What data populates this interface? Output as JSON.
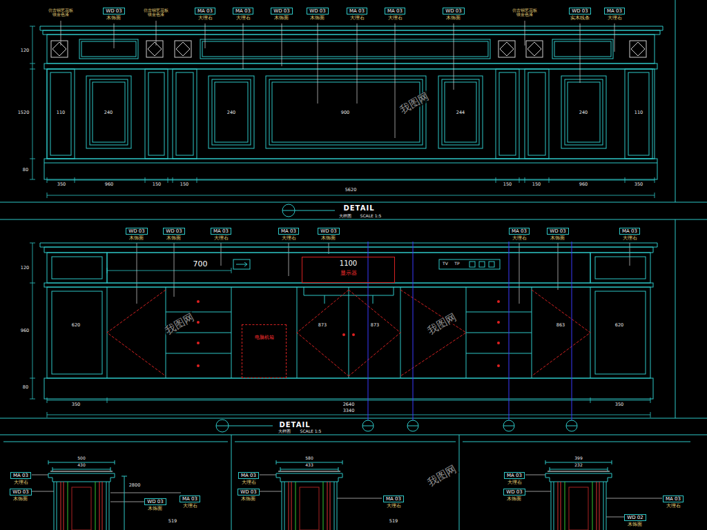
{
  "diagram": {
    "nodes": [
      {
        "text": [
          "WD 03",
          "木饰面"
        ]
      },
      {
        "text": [
          "MA 03",
          "大理石"
        ]
      },
      {
        "text": [
          "MA 03",
          "大理石"
        ]
      },
      {
        "text": [
          "WD 03",
          "木饰面"
        ]
      },
      {
        "text": [
          "WD 03",
          "木饰面"
        ]
      },
      {
        "text": [
          "MA 03",
          "大理石"
        ]
      },
      {
        "text": [
          "MA 03",
          "大理石"
        ]
      },
      {
        "text": [
          "WD 03",
          "木饰面"
        ]
      },
      {
        "text": [
          "WD 03",
          "实木线条"
        ]
      },
      {
        "text": [
          "MA 03",
          "大理石"
        ]
      },
      {
        "text": [
          "WD 03",
          "木饰面"
        ]
      },
      {
        "text": [
          "WD 03",
          "木饰面"
        ]
      },
      {
        "text": [
          "MA 03",
          "大理石"
        ]
      },
      {
        "text": [
          "MA 03",
          "大理石"
        ]
      },
      {
        "text": [
          "WD 03",
          "木饰面"
        ]
      },
      {
        "text": [
          "MA 03",
          "大理石"
        ]
      },
      {
        "text": [
          "WD 03",
          "木饰面"
        ]
      },
      {
        "text": [
          "MA 03",
          "大理石"
        ]
      },
      {
        "text": [
          "1100",
          "显示器"
        ]
      },
      {
        "text": [
          "电脑机箱"
        ]
      },
      {
        "text": [
          "MA 03",
          "大理石"
        ]
      },
      {
        "text": [
          "WD 03",
          "木饰面"
        ]
      },
      {
        "text": [
          "WD 03",
          "木饰面"
        ]
      },
      {
        "text": [
          "MA 03",
          "大理石"
        ]
      },
      {
        "text": [
          "MA 03",
          "大理石"
        ]
      },
      {
        "text": [
          "WD 03",
          "木饰面"
        ]
      },
      {
        "text": [
          "MA 03",
          "大理石"
        ]
      },
      {
        "text": [
          "MA 03",
          "大理石"
        ]
      },
      {
        "text": [
          "WD 03",
          "木饰面"
        ]
      },
      {
        "text": [
          "WD 02",
          "木饰面"
        ]
      },
      {
        "text": [
          "MA 03",
          "大理石"
        ]
      }
    ],
    "labels": [
      "仿古铜艺花板 镶金色漆",
      "仿古铜艺花板 镶金色漆",
      "仿古铜艺花板 镶金色漆",
      "350",
      "960",
      "150",
      "150",
      "5620",
      "150",
      "150",
      "960",
      "350",
      "110",
      "240",
      "240",
      "900",
      "244",
      "240",
      "110",
      "120",
      "1520",
      "80",
      "DETAIL",
      "大样图",
      "SCALE 1:5",
      "700",
      "TV",
      "TP",
      "120",
      "960",
      "80",
      "350",
      "2640",
      "350",
      "3340",
      "620",
      "873",
      "873",
      "863",
      "620",
      "DETAIL",
      "大样图",
      "SCALE 1:5",
      "500",
      "430",
      "580",
      "433",
      "399",
      "232",
      "2800",
      "519",
      "519",
      "我图网",
      "我图网",
      "我图网",
      "我图网"
    ]
  }
}
